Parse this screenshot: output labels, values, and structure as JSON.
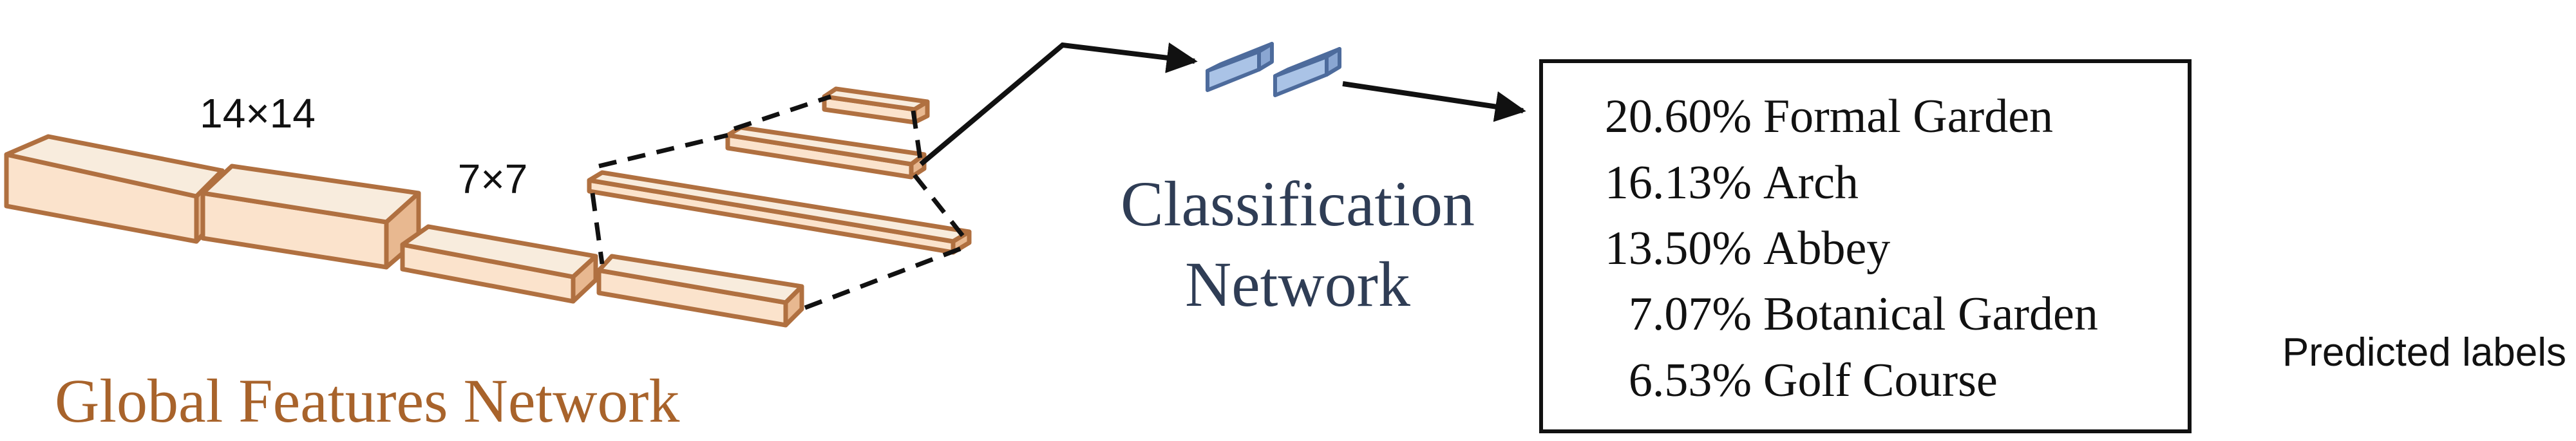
{
  "global_features": {
    "title": "Global Features Network",
    "title_color": "#a8632b",
    "dim_14": "14×14",
    "dim_7": "7×7"
  },
  "classification": {
    "title_line1": "Classification",
    "title_line2": "Network",
    "title_color": "#2f3d55"
  },
  "predictions": {
    "items": [
      {
        "percent": "20.60%",
        "label": "Formal Garden"
      },
      {
        "percent": "16.13%",
        "label": "Arch"
      },
      {
        "percent": "13.50%",
        "label": "Abbey"
      },
      {
        "percent": "7.07%",
        "label": "Botanical Garden"
      },
      {
        "percent": "6.53%",
        "label": "Golf Course"
      }
    ],
    "caption": "Predicted labels"
  },
  "colors": {
    "feature_fill": "#fbe3cc",
    "feature_stroke": "#b07040",
    "classifier_fill": "#aac3e6",
    "classifier_stroke": "#4d6b9c"
  }
}
